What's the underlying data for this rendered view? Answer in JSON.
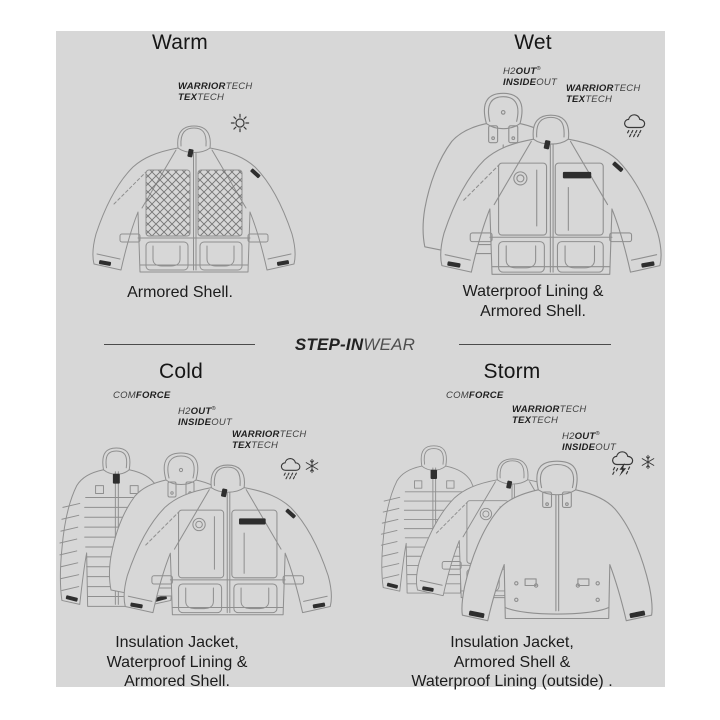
{
  "wordmark": {
    "bold": "STEP-IN",
    "light": "WEAR"
  },
  "labels": {
    "warrior": "WARRIOR",
    "tech": "TECH",
    "tex": "TEX",
    "h2": "H2",
    "out": "OUT",
    "reg_mark": "®",
    "inside": "INSIDE",
    "com": "COM",
    "force": "FORCE"
  },
  "quadrants": {
    "warm": {
      "title": "Warm",
      "caption": [
        "Armored Shell."
      ],
      "weather": [
        "sun"
      ],
      "garments": [
        "armored-shell"
      ]
    },
    "wet": {
      "title": "Wet",
      "caption": [
        "Waterproof Lining &",
        "Armored Shell."
      ],
      "weather": [
        "rain-cloud"
      ],
      "garments": [
        "waterproof-lining",
        "armored-shell"
      ]
    },
    "cold": {
      "title": "Cold",
      "caption": [
        "Insulation Jacket,",
        "Waterproof Lining &",
        "Armored Shell."
      ],
      "weather": [
        "rain-cloud",
        "snowflake"
      ],
      "garments": [
        "insulation-jacket",
        "waterproof-lining",
        "armored-shell"
      ]
    },
    "storm": {
      "title": "Storm",
      "caption": [
        "Insulation Jacket,",
        "Armored Shell &",
        "Waterproof Lining (outside) ."
      ],
      "weather": [
        "storm-cloud",
        "snowflake"
      ],
      "garments": [
        "insulation-jacket",
        "armored-shell",
        "waterproof-lining-outside"
      ]
    }
  },
  "colors": {
    "page_bg": "#ffffff",
    "panel_bg": "#d7d7d7",
    "ink": "#1c1c1c",
    "line_art": "#8f8f8f",
    "dark_accent": "#2e2e2e"
  }
}
